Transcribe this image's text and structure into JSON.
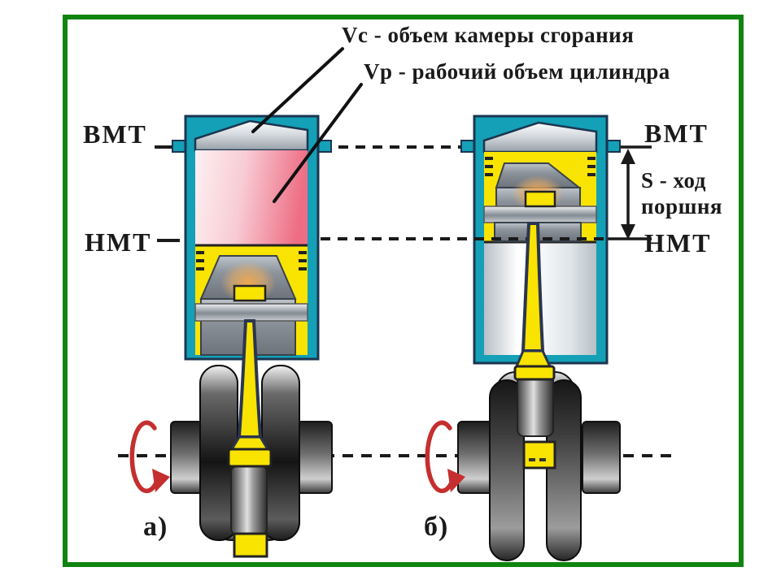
{
  "figure": {
    "title": {
      "vc": "Vc - объем камеры сгорания",
      "vp": "Vp - рабочий объем цилиндра"
    },
    "labels": {
      "bmt_left": "ВМТ",
      "nmt_left": "НМТ",
      "bmt_right": "ВМТ",
      "nmt_right": "НМТ",
      "stroke_line1": "S - ход",
      "stroke_line2": "поршня",
      "caption_a": "а)",
      "caption_b": "б)"
    },
    "colors": {
      "frame_green": "#108410",
      "cylinder_teal": "#14a0b6",
      "outline_navy": "#1b3550",
      "chamber_pink_light": "#fdf0f2",
      "chamber_pink_deep": "#ee6d84",
      "piston_yellow": "#f9e300",
      "rotation_arrow_red": "#c52f2f",
      "dashed_line_black": "#1a1a1a"
    },
    "icons": {
      "rotation_left": "rotation-arrow-icon",
      "rotation_right": "rotation-arrow-icon",
      "piston_stroke": "stroke-double-arrow-icon"
    }
  }
}
